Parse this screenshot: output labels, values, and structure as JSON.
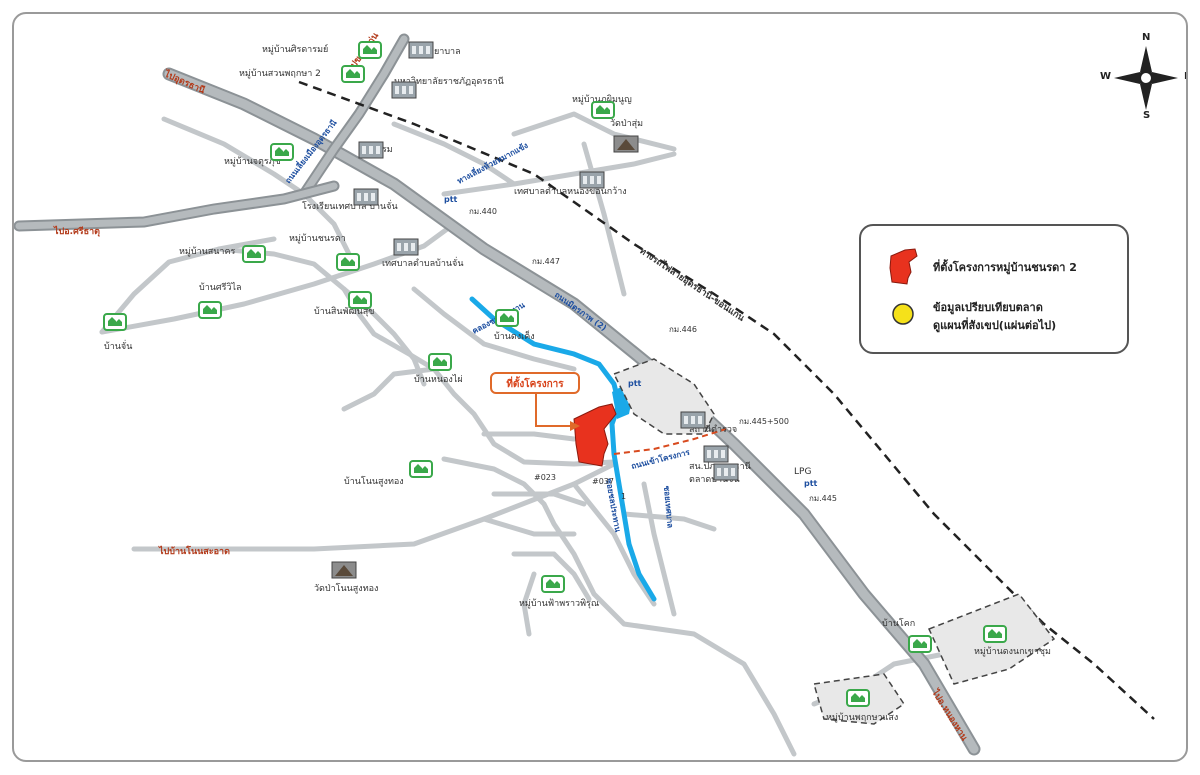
{
  "compass": {
    "north": "N",
    "south": "S",
    "east": "E",
    "west": "W"
  },
  "legend": {
    "project_site": "ที่ตั้งโครงการหมู่บ้านชนรดา 2",
    "market_comparison_line1": "ข้อมูลเปรียบเทียบตลาด",
    "market_comparison_line2": "ดูแผนที่สังเขป(แผ่นต่อไป)",
    "project_color": "#e8321e",
    "market_color": "#f5e11a"
  },
  "project_callout": "ที่ตั้งโครงการ",
  "directions": {
    "to_udon": "ไปอุดรธานี",
    "to_khon_kaen": "ไปขอนแก่น",
    "to_si_that": "ไปอ.ศรีธาตุ",
    "to_nong_han": "ไปอ.หนองหาน",
    "to_ban_nong_sa": "ไปบ้านโนนสะอาด"
  },
  "roads": {
    "udon_bypass": "ถนนเลี่ยงเมืองอุดรธานี",
    "mittraphap_2": "ถนนมิตรภาพ (2)",
    "railway": "ทางรถไฟสายอุดรธานี-ขอนแก่น",
    "irrigation_canal": "คลองชลประทาน",
    "soi_chonprathan": "ซอยชลประทาน",
    "soi_thetsaban": "ซอยเทศบาล",
    "soi_khwa": "ถนนเข้าโครงการ",
    "huai_mak_khaeng": "ทางเลี่ยงห้วยหมากแข้ง"
  },
  "places": [
    {
      "name": "หมู่บ้านศิรดารมย์",
      "kind": "village"
    },
    {
      "name": "หมู่บ้านสวนพฤกษา 2",
      "kind": "village"
    },
    {
      "name": "โรงพยาบาล",
      "kind": "hospital"
    },
    {
      "name": "มหาวิทยาลัยราชภัฏอุดรธานี",
      "kind": "building"
    },
    {
      "name": "หมู่บ้านภูผิมนูญ",
      "kind": "village"
    },
    {
      "name": "วัดป่าสุ่ม",
      "kind": "temple"
    },
    {
      "name": "หมู่บ้านจตุรภุช",
      "kind": "village"
    },
    {
      "name": "โรงแรม",
      "kind": "building"
    },
    {
      "name": "เทศบาลตำบลหนองขอนกว้าง",
      "kind": "building"
    },
    {
      "name": "โรงเรียนเทศบาล บ้านจั่น",
      "kind": "school"
    },
    {
      "name": "หมู่บ้านชนรดา",
      "kind": "village"
    },
    {
      "name": "หมู่บ้านสนาคร",
      "kind": "village"
    },
    {
      "name": "เทศบาลตำบลบ้านจั่น",
      "kind": "building"
    },
    {
      "name": "บ้านศรีวิไล",
      "kind": "village"
    },
    {
      "name": "บ้านสินพัฒน์สุข",
      "kind": "village"
    },
    {
      "name": "บ้านจั่น",
      "kind": "village"
    },
    {
      "name": "บ้านดงเค็ง",
      "kind": "village"
    },
    {
      "name": "บ้านหนองไผ่",
      "kind": "village"
    },
    {
      "name": "สถานีตำรวจ",
      "kind": "building"
    },
    {
      "name": "สน.ปภ.อุดรธานี",
      "kind": "building"
    },
    {
      "name": "ตลาดบ้านจั่น",
      "kind": "building"
    },
    {
      "name": "บ้านโนนสูงทอง",
      "kind": "village"
    },
    {
      "name": "วัดป่าโนนสูงทอง",
      "kind": "temple"
    },
    {
      "name": "หมู่บ้านฟ้าพราวพิรุณ",
      "kind": "village"
    },
    {
      "name": "หมู่บ้านพฤกษาแสง",
      "kind": "village"
    },
    {
      "name": "หมู่บ้านดงนกเขาชุม",
      "kind": "village"
    },
    {
      "name": "บ้านโคก",
      "kind": "village"
    }
  ],
  "markers": {
    "ptt": "ptt",
    "lpg": "LPG",
    "km_440": "กม.440",
    "km_447": "กม.447",
    "km_446": "กม.446",
    "km_445500": "กม.445+500",
    "km_445": "กม.445",
    "num_023": "#023",
    "num_037": "#037",
    "num_1": "1"
  },
  "colors": {
    "road_gray": "#bfc3c6",
    "highway_gray": "#9aa1a6",
    "canal_blue": "#1aa9e8",
    "road_label_red": "#b33a1a",
    "road_label_blue": "#1e4fa0",
    "village_green": "#3aa84a"
  }
}
